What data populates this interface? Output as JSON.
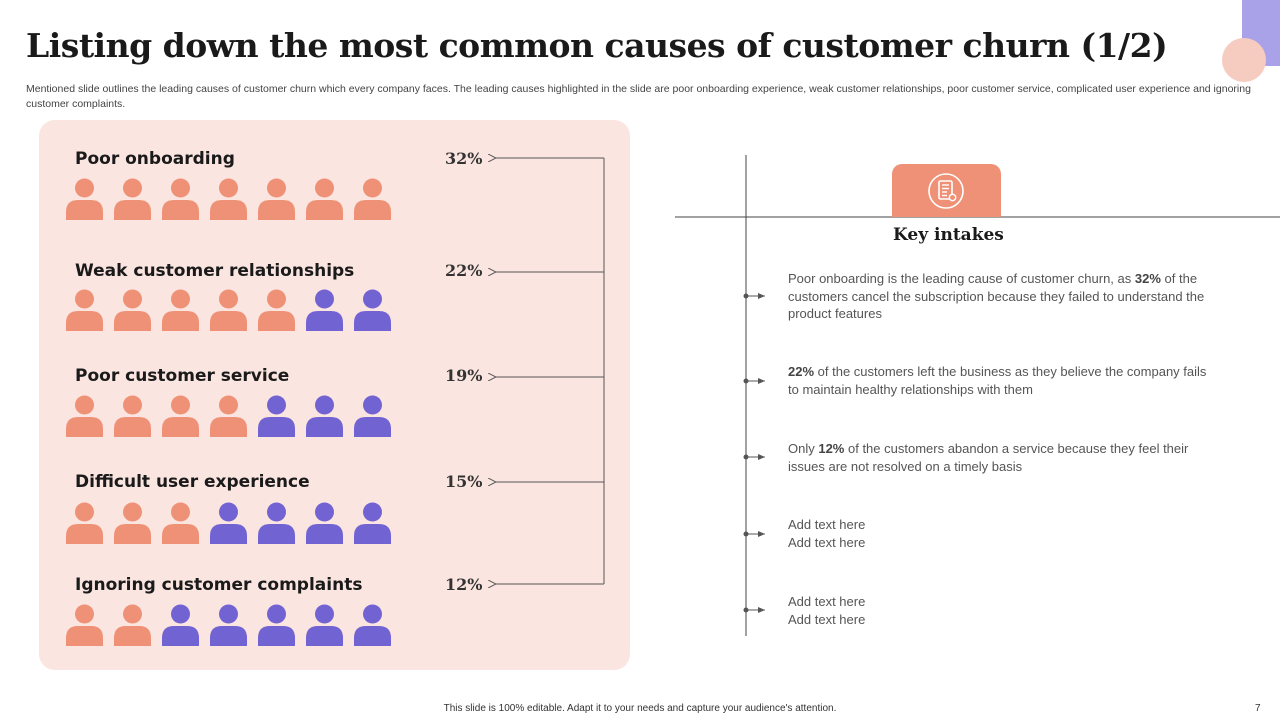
{
  "slide": {
    "title": "Listing down the most common causes of customer churn (1/2)",
    "subtitle": "Mentioned slide outlines the leading causes of customer churn which every company faces. The leading causes highlighted in the slide are poor onboarding experience, weak customer relationships, poor customer service, complicated user experience and ignoring customer complaints.",
    "footer": "This slide is 100% editable. Adapt it to your needs and capture your audience's attention.",
    "page_number": "7"
  },
  "colors": {
    "orange": "#ef9176",
    "purple": "#7263d3",
    "panel": "#fbe5e0",
    "accent_rect": "#a9a2e8",
    "accent_circle": "#f6cbc0"
  },
  "causes": [
    {
      "label": "Poor onboarding",
      "percent": "32%",
      "orange_count": 7,
      "total": 7
    },
    {
      "label": "Weak customer relationships",
      "percent": "22%",
      "orange_count": 5,
      "total": 7
    },
    {
      "label": "Poor customer service",
      "percent": "19%",
      "orange_count": 4,
      "total": 7
    },
    {
      "label": "Difficult user experience",
      "percent": "15%",
      "orange_count": 3,
      "total": 7
    },
    {
      "label": "Ignoring customer complaints",
      "percent": "12%",
      "orange_count": 2,
      "total": 7
    }
  ],
  "key_intakes": {
    "title": "Key intakes",
    "icon": "document-list-icon",
    "items": [
      {
        "pre": "Poor onboarding is the leading cause of customer churn, as ",
        "bold": "32%",
        "post": " of the customers cancel the subscription because they failed to understand the product features"
      },
      {
        "pre": "",
        "bold": "22%",
        "post": " of the customers left the business as they believe the company fails to maintain healthy relationships with them"
      },
      {
        "pre": "Only ",
        "bold": "12%",
        "post": " of the customers abandon a service because they feel their issues are not resolved on a timely basis"
      },
      {
        "lines": [
          "Add text here",
          "Add text here"
        ]
      },
      {
        "lines": [
          "Add text here",
          "Add text here"
        ]
      }
    ]
  }
}
